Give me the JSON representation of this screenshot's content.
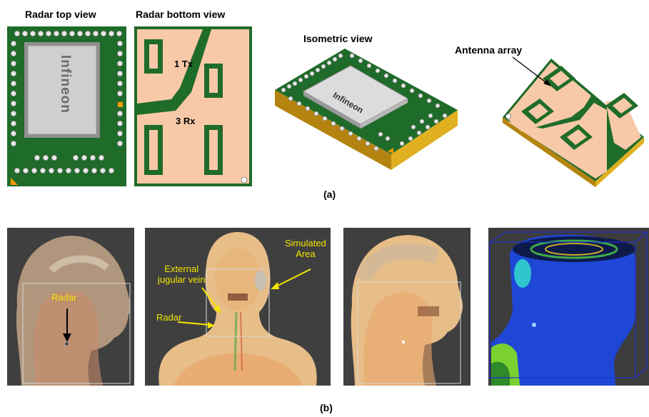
{
  "part_a": {
    "top_view_title": "Radar top view",
    "bottom_view_title": "Radar bottom view",
    "isometric_title": "Isometric view",
    "antenna_label": "Antenna array",
    "chip_brand": "Infineon",
    "tx_label": "1 Tx",
    "rx_label": "3 Rx",
    "caption": "(a)"
  },
  "part_b": {
    "panel1_radar_label": "Radar",
    "panel2_external_label_line1": "External",
    "panel2_external_label_line2": "jugular vein",
    "panel2_simulated_line1": "Simulated",
    "panel2_simulated_line2": "Area",
    "panel2_radar_label": "Radar",
    "caption": "(b)"
  },
  "colors": {
    "pcb_green": "#1f6b2a",
    "pad_peach": "#f8c9a8",
    "chip_silver": "#c9c9c9",
    "gold": "#d4a017",
    "label_yellow": "#f3e500",
    "sim_blue": "#1f47d6"
  }
}
